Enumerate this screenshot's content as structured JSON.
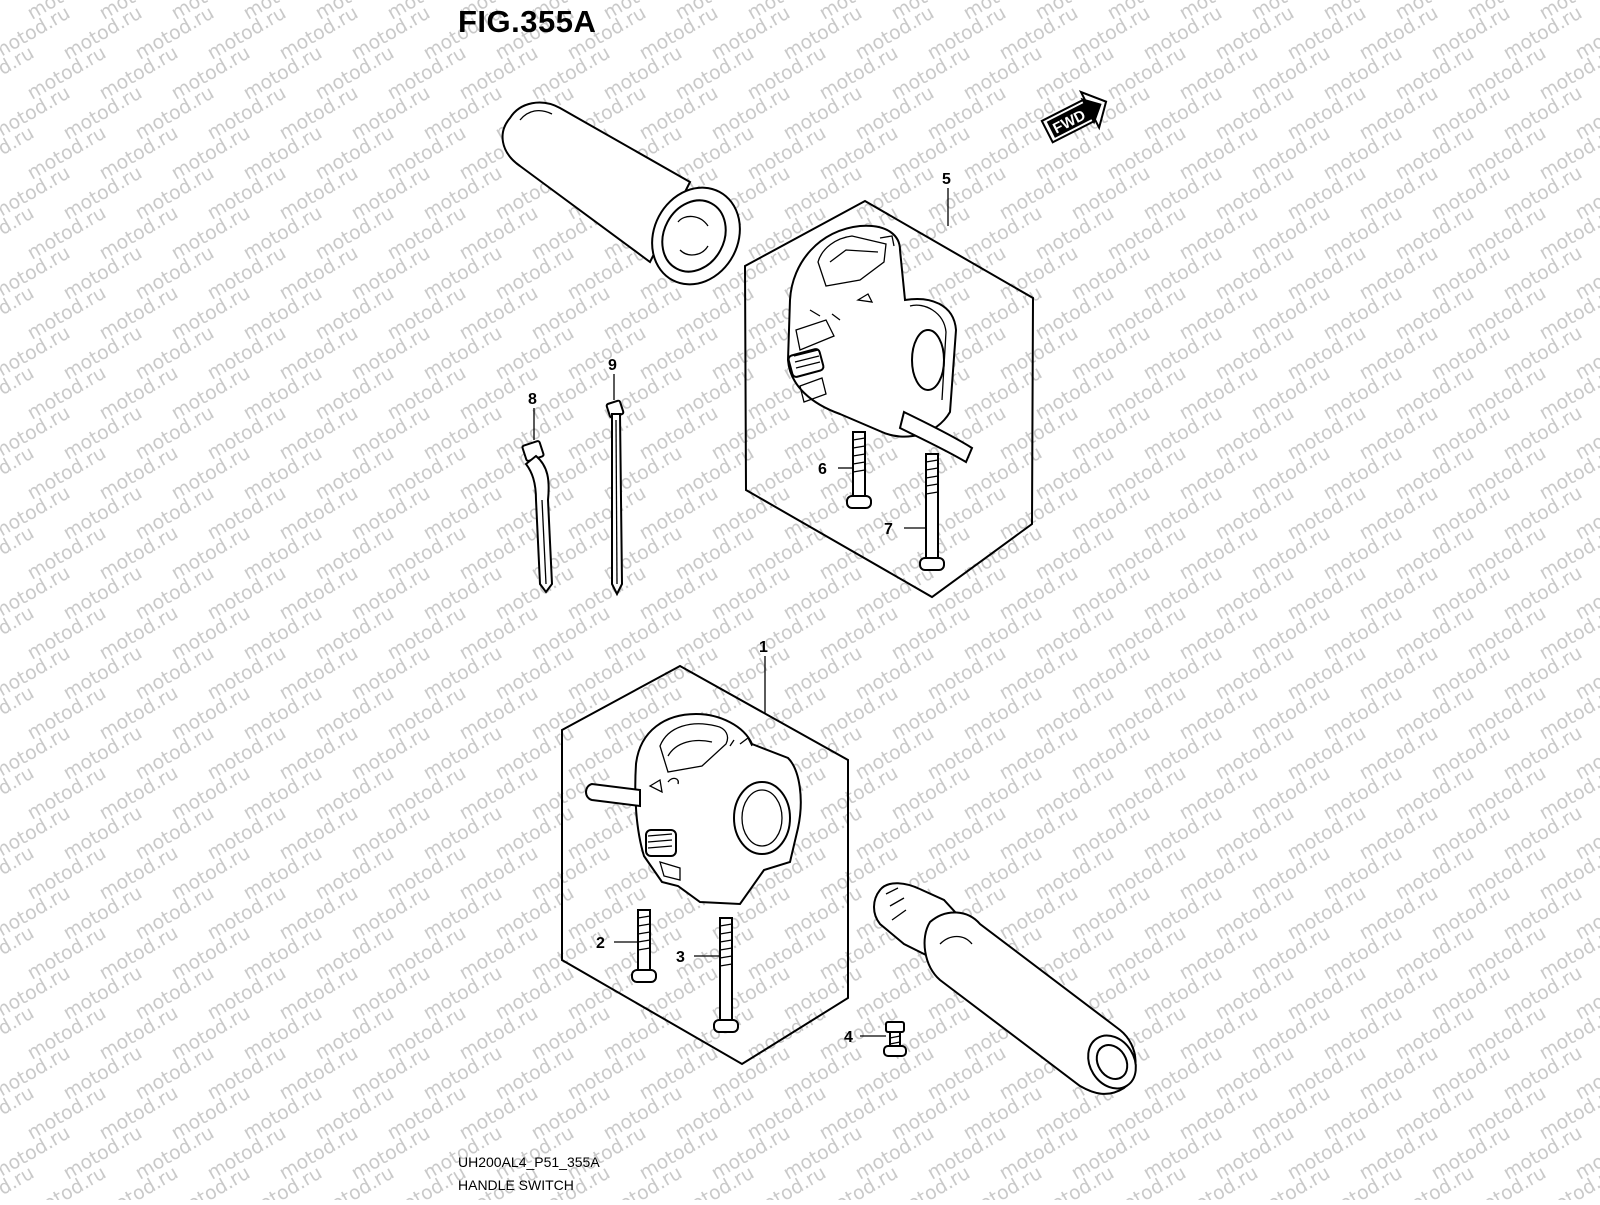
{
  "figure": {
    "title": "FIG.355A",
    "code": "UH200AL4_P51_355A",
    "name": "HANDLE SWITCH"
  },
  "watermark": "motod.ru",
  "direction_badge": "FWD",
  "callouts": {
    "p1": "1",
    "p2": "2",
    "p3": "3",
    "p4": "4",
    "p5": "5",
    "p6": "6",
    "p7": "7",
    "p8": "8",
    "p9": "9"
  },
  "colors": {
    "line": "#000000",
    "watermark": "#c9c9c9",
    "background": "#ffffff"
  }
}
